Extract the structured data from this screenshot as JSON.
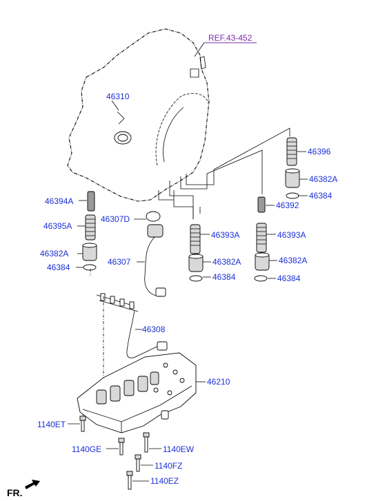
{
  "reference": {
    "label": "REF.43-452"
  },
  "parts": {
    "p46310": "46310",
    "p46396": "46396",
    "p46382A_r1": "46382A",
    "p46384_r1": "46384",
    "p46394A": "46394A",
    "p46392": "46392",
    "p46307D": "46307D",
    "p46395A": "46395A",
    "p46393A_m": "46393A",
    "p46393A_r": "46393A",
    "p46382A_l": "46382A",
    "p46307": "46307",
    "p46382A_m": "46382A",
    "p46382A_r2": "46382A",
    "p46384_l": "46384",
    "p46384_m": "46384",
    "p46384_r2": "46384",
    "p46308": "46308",
    "p46210": "46210",
    "p1140ET": "1140ET",
    "p1140GE": "1140GE",
    "p1140EW": "1140EW",
    "p1140FZ": "1140FZ",
    "p1140EZ": "1140EZ"
  },
  "direction": {
    "label": "FR."
  },
  "colors": {
    "label_blue": "#1a2fd6",
    "reference_purple": "#7a2ab0"
  }
}
